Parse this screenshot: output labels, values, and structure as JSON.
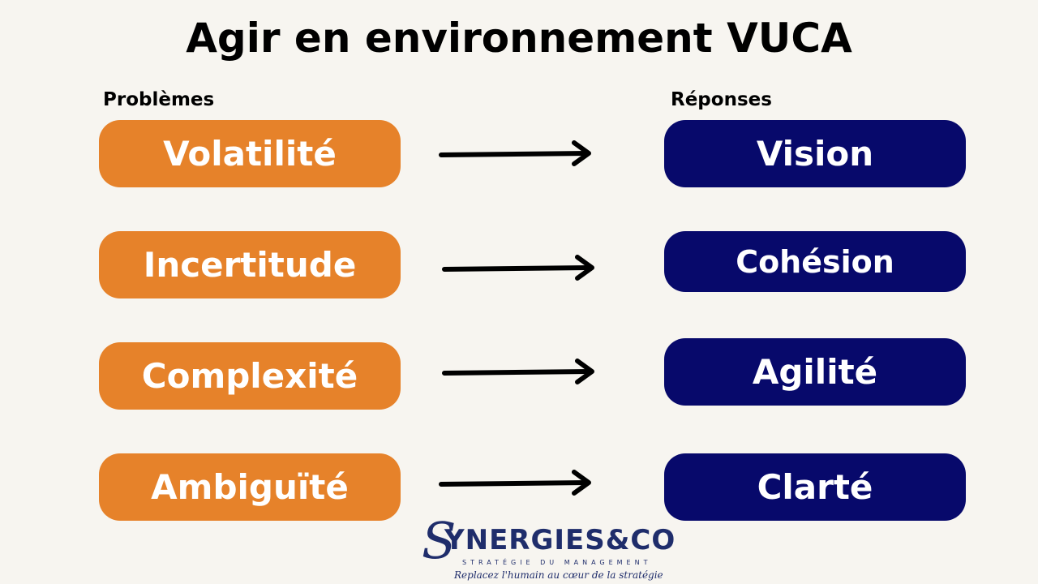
{
  "title": "Agir en environnement VUCA",
  "headers": {
    "left": "Problèmes",
    "right": "Réponses"
  },
  "rows": [
    {
      "problem": "Volatilité",
      "answer": "Vision"
    },
    {
      "problem": "Incertitude",
      "answer": "Cohésion"
    },
    {
      "problem": "Complexité",
      "answer": "Agilité"
    },
    {
      "problem": "Ambiguïté",
      "answer": "Clarté"
    }
  ],
  "logo": {
    "initial": "S",
    "word": "YNERGIES&CO",
    "subtitle": "STRATÉGIE DU MANAGEMENT",
    "tagline": "Replacez l'humain au cœur de la stratégie"
  },
  "colors": {
    "background": "#f7f5f0",
    "problem_fill": "#e6822a",
    "answer_fill": "#07096b",
    "arrow": "#000000",
    "logo": "#1f2d6b"
  },
  "icons": {
    "arrow": "right-arrow-icon"
  }
}
